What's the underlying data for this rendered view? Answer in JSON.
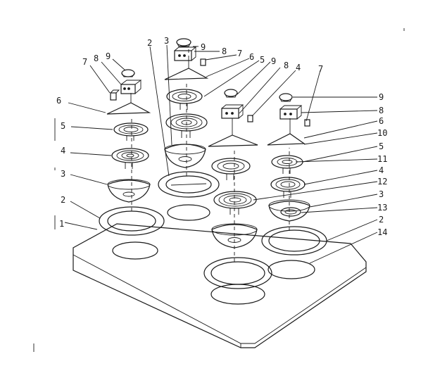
{
  "callouts": {
    "c1_left": "1",
    "c2_left": "2",
    "c3_left": "3",
    "c4_left": "4",
    "c5_left": "5",
    "c6_left": "6",
    "c7_topleft": "7",
    "c8_topleft": "8",
    "c9_topleft": "9",
    "c2_top": "2",
    "c3_top": "3",
    "c9_top": "9",
    "c8_top": "8",
    "c7_top": "7",
    "c6_top": "6",
    "c5_top": "5",
    "c9_mid": "9",
    "c8_mid": "8",
    "c4_mid": "4",
    "c7_right": "7",
    "c9_right": "9",
    "c8_right": "8",
    "c6_right": "6",
    "c10_right": "10",
    "c5_right": "5",
    "c11_right": "11",
    "c4_right": "4",
    "c12_right": "12",
    "c3_right": "3",
    "c13_right": "13",
    "c2_right": "2",
    "c14_right": "14"
  }
}
